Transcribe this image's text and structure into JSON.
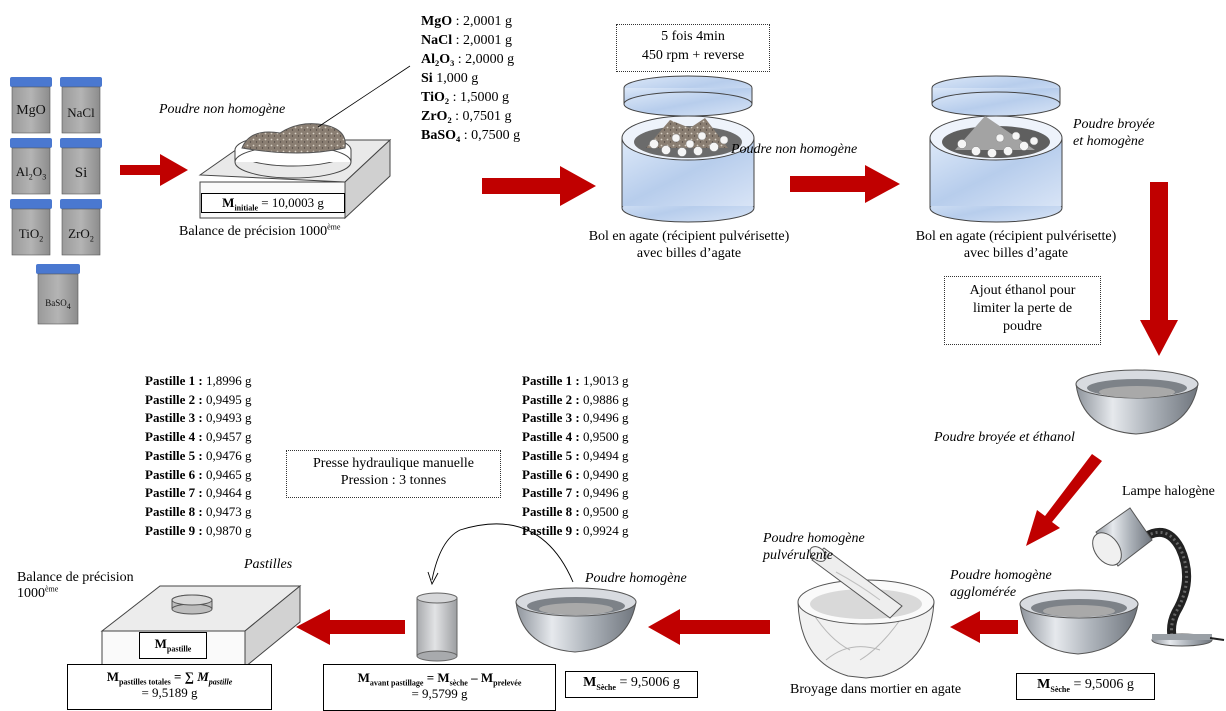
{
  "reagents": {
    "jars": [
      {
        "label": "MgO",
        "sub": ""
      },
      {
        "label": "NaCl",
        "sub": ""
      },
      {
        "label": "Al",
        "sub": "2",
        "label2": "O",
        "sub2": "3"
      },
      {
        "label": "Si",
        "sub": ""
      },
      {
        "label": "TiO",
        "sub": "2"
      },
      {
        "label": "ZrO",
        "sub": "2"
      },
      {
        "label": "BaSO",
        "sub": "4"
      }
    ],
    "masses": [
      {
        "name": "MgO",
        "value": " : 2,0001 g"
      },
      {
        "name": "NaCl",
        "value": " : 2,0001 g"
      },
      {
        "name": "Al₂O₃",
        "value": " : 2,0000 g"
      },
      {
        "name": "Si",
        "value": " 1,000 g"
      },
      {
        "name": "TiO₂",
        "value": " : 1,5000 g"
      },
      {
        "name": "ZrO₂",
        "value": " : 0,7501 g"
      },
      {
        "name": "BaSO₄",
        "value": " : 0,7500 g"
      }
    ]
  },
  "balance1": {
    "caption": "Poudre non homogène",
    "mass_label": "M",
    "mass_sub": "initiale",
    "mass_value": " = 10,0003 g",
    "name": "Balance de précision 1000",
    "name_sup": "ème"
  },
  "mill": {
    "settings_line1": "5 fois 4min",
    "settings_line2": "450 rpm + reverse",
    "bowl1_caption": "Poudre non homogène",
    "bowl1_line1": "Bol en agate (récipient pulvérisette)",
    "bowl1_line2": "avec billes d’agate",
    "bowl2_caption_line1": "Poudre broyée",
    "bowl2_caption_line2": "et homogène",
    "bowl2_line1": "Bol en agate (récipient pulvérisette)",
    "bowl2_line2": "avec billes d’agate"
  },
  "ethanol": {
    "note_line1": "Ajout éthanol pour",
    "note_line2": "limiter la perte de",
    "note_line3": "poudre",
    "caption": "Poudre broyée et éthanol"
  },
  "drying": {
    "lamp": "Lampe halogène",
    "caption_line1": "Poudre homogène",
    "caption_line2": "agglomérée",
    "mass_label": "M",
    "mass_sub": "Sèche",
    "mass_value": " = 9,5006 g"
  },
  "mortar": {
    "caption_line1": "Poudre homogène",
    "caption_line2": "pulvérulente",
    "name": "Broyage dans mortier en agate"
  },
  "dry_powder": {
    "caption": "Poudre homogène",
    "mass_label": "M",
    "mass_sub": "Sèche",
    "mass_value": " = 9,5006 g"
  },
  "press": {
    "line1": "Presse hydraulique manuelle",
    "line2": "Pression : 3 tonnes",
    "formula_label": "M",
    "formula_sub": "avant pastillage",
    "formula_mid": " = M",
    "formula_sub2": "sèche",
    "formula_minus": " – M",
    "formula_sub3": "prelevée",
    "formula_value": "= 9,5799 g"
  },
  "pellets_before": [
    {
      "label": "Pastille 1 :",
      "value": " 1,9013 g"
    },
    {
      "label": "Pastille 2 :",
      "value": " 0,9886 g"
    },
    {
      "label": "Pastille 3 :",
      "value": " 0,9496 g"
    },
    {
      "label": "Pastille 4 :",
      "value": " 0,9500 g"
    },
    {
      "label": "Pastille 5 :",
      "value": " 0,9494 g"
    },
    {
      "label": "Pastille 6 :",
      "value": " 0,9490 g"
    },
    {
      "label": "Pastille 7 :",
      "value": " 0,9496 g"
    },
    {
      "label": "Pastille 8 :",
      "value": " 0,9500 g"
    },
    {
      "label": "Pastille 9 :",
      "value": " 0,9924 g"
    }
  ],
  "pellets_after": [
    {
      "label": "Pastille 1 :",
      "value": " 1,8996 g"
    },
    {
      "label": "Pastille 2 :",
      "value": " 0,9495 g"
    },
    {
      "label": "Pastille 3 :",
      "value": " 0,9493 g"
    },
    {
      "label": "Pastille 4 :",
      "value": " 0,9457 g"
    },
    {
      "label": "Pastille 5 :",
      "value": " 0,9476 g"
    },
    {
      "label": "Pastille 6 :",
      "value": " 0,9465 g"
    },
    {
      "label": "Pastille 7 :",
      "value": " 0,9464 g"
    },
    {
      "label": "Pastille 8 :",
      "value": " 0,9473 g"
    },
    {
      "label": "Pastille 9 :",
      "value": " 0,9870 g"
    }
  ],
  "balance2": {
    "name": "Balance de précision",
    "name2": "1000",
    "name2_sup": "ème",
    "caption": "Pastilles",
    "mass_label": "M",
    "mass_sub": "pastille",
    "total_label": "M",
    "total_sub": "pastilles totales",
    "total_eq": " = ∑ ",
    "total_var": "M",
    "total_var_sub": "pastille",
    "total_value": "= 9,5189 g"
  },
  "colors": {
    "arrow": "#c00000",
    "jar_lid": "#4a78d0",
    "jar_body": "#a6a6a6",
    "metal": "#b8bcc2",
    "agate": "#c8daf2"
  }
}
